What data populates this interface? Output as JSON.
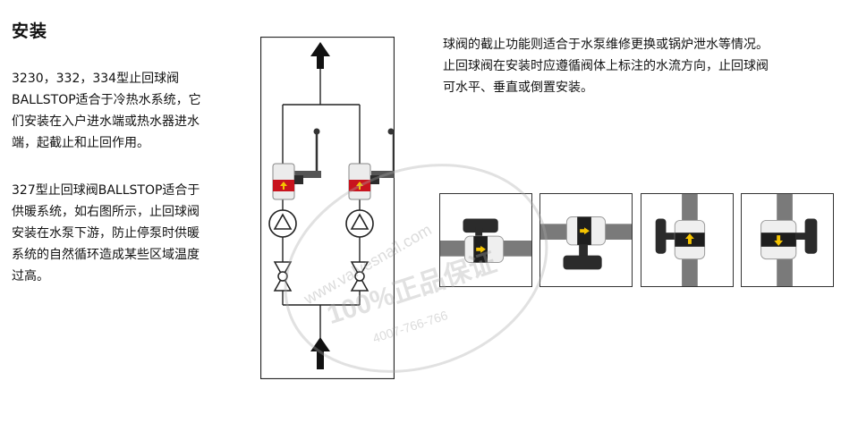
{
  "section": {
    "title": "安装"
  },
  "left_text": {
    "para1_lines": [
      "3230，332，334型止回球阀",
      "BALLSTOP适合于冷热水系统，它",
      "们安装在入户进水端或热水器进水",
      "端，起截止和止回作用。"
    ],
    "para2_lines": [
      "327型止回球阀BALLSTOP适合于",
      "供暖系统，如右图所示，止回球阀",
      "安装在水泵下游，防止停泵时供暖",
      "系统的自然循环造成某些区域温度",
      "过高。"
    ]
  },
  "right_text": {
    "lines": [
      "球阀的截止功能则适合于水泵维修更换或锅炉泄水等情况。",
      "止回球阀在安装时应遵循阀体上标注的水流方向，止回球阀",
      "可水平、垂直或倒置安装。"
    ]
  },
  "colors": {
    "valve_red": "#c8141e",
    "flow_arrow": "#f5c400",
    "pipe_gray": "#7a7a7a",
    "handle_dark": "#2b2b2b"
  },
  "watermark": {
    "url_text": "www.valvesnail.com",
    "main_text": "100%正品保证",
    "phone_text": "4007-766-766"
  },
  "photos": [
    {
      "orientation": "horizontal",
      "arrow": "right"
    },
    {
      "orientation": "horizontal-inverted",
      "arrow": "right"
    },
    {
      "orientation": "vertical",
      "arrow": "up"
    },
    {
      "orientation": "vertical-inverted",
      "arrow": "down"
    }
  ]
}
